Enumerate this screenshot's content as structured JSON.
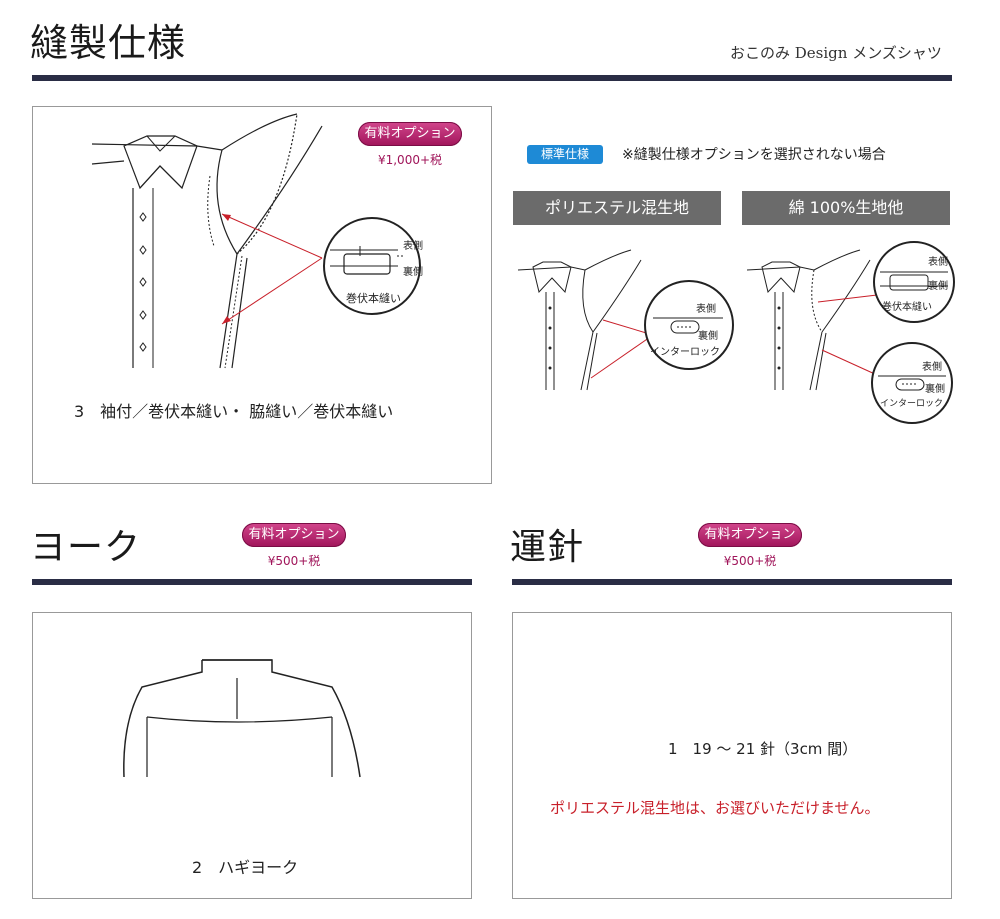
{
  "header": {
    "title": "縫製仕様",
    "subtitle": "おこのみ Design メンズシャツ"
  },
  "sleeve_section": {
    "option_badge": "有料オプション",
    "price": "¥1,000+税",
    "caption": "3　袖付／巻伏本縫い・ 脇縫い／巻伏本縫い",
    "callout": {
      "outer": "表側",
      "inner": "裏側",
      "name": "巻伏本縫い"
    }
  },
  "standard_section": {
    "tag": "標準仕様",
    "note": "※縫製仕様オプションを選択されない場合",
    "polyester": {
      "header": "ポリエステル混生地",
      "callout": {
        "outer": "表側",
        "inner": "裏側",
        "name": "インターロック"
      }
    },
    "cotton": {
      "header": "綿 100%生地他",
      "callout_top": {
        "outer": "表側",
        "inner": "裏側",
        "name": "巻伏本縫い"
      },
      "callout_bottom": {
        "outer": "表側",
        "inner": "裏側",
        "name": "インターロック"
      }
    }
  },
  "yoke_section": {
    "title": "ヨーク",
    "option_badge": "有料オプション",
    "price": "¥500+税",
    "caption": "2　ハギヨーク"
  },
  "stitch_section": {
    "title": "運針",
    "option_badge": "有料オプション",
    "price": "¥500+税",
    "spec": "1　19 ～ 21 針（3cm 間）",
    "note": "ポリエステル混生地は、お選びいただけません。"
  },
  "colors": {
    "rule": "#2a2d45",
    "badge": "#b01e6a",
    "note_red": "#c8202a",
    "standard_tag": "#1e8ad6",
    "gray_header": "#6b6b6b"
  }
}
